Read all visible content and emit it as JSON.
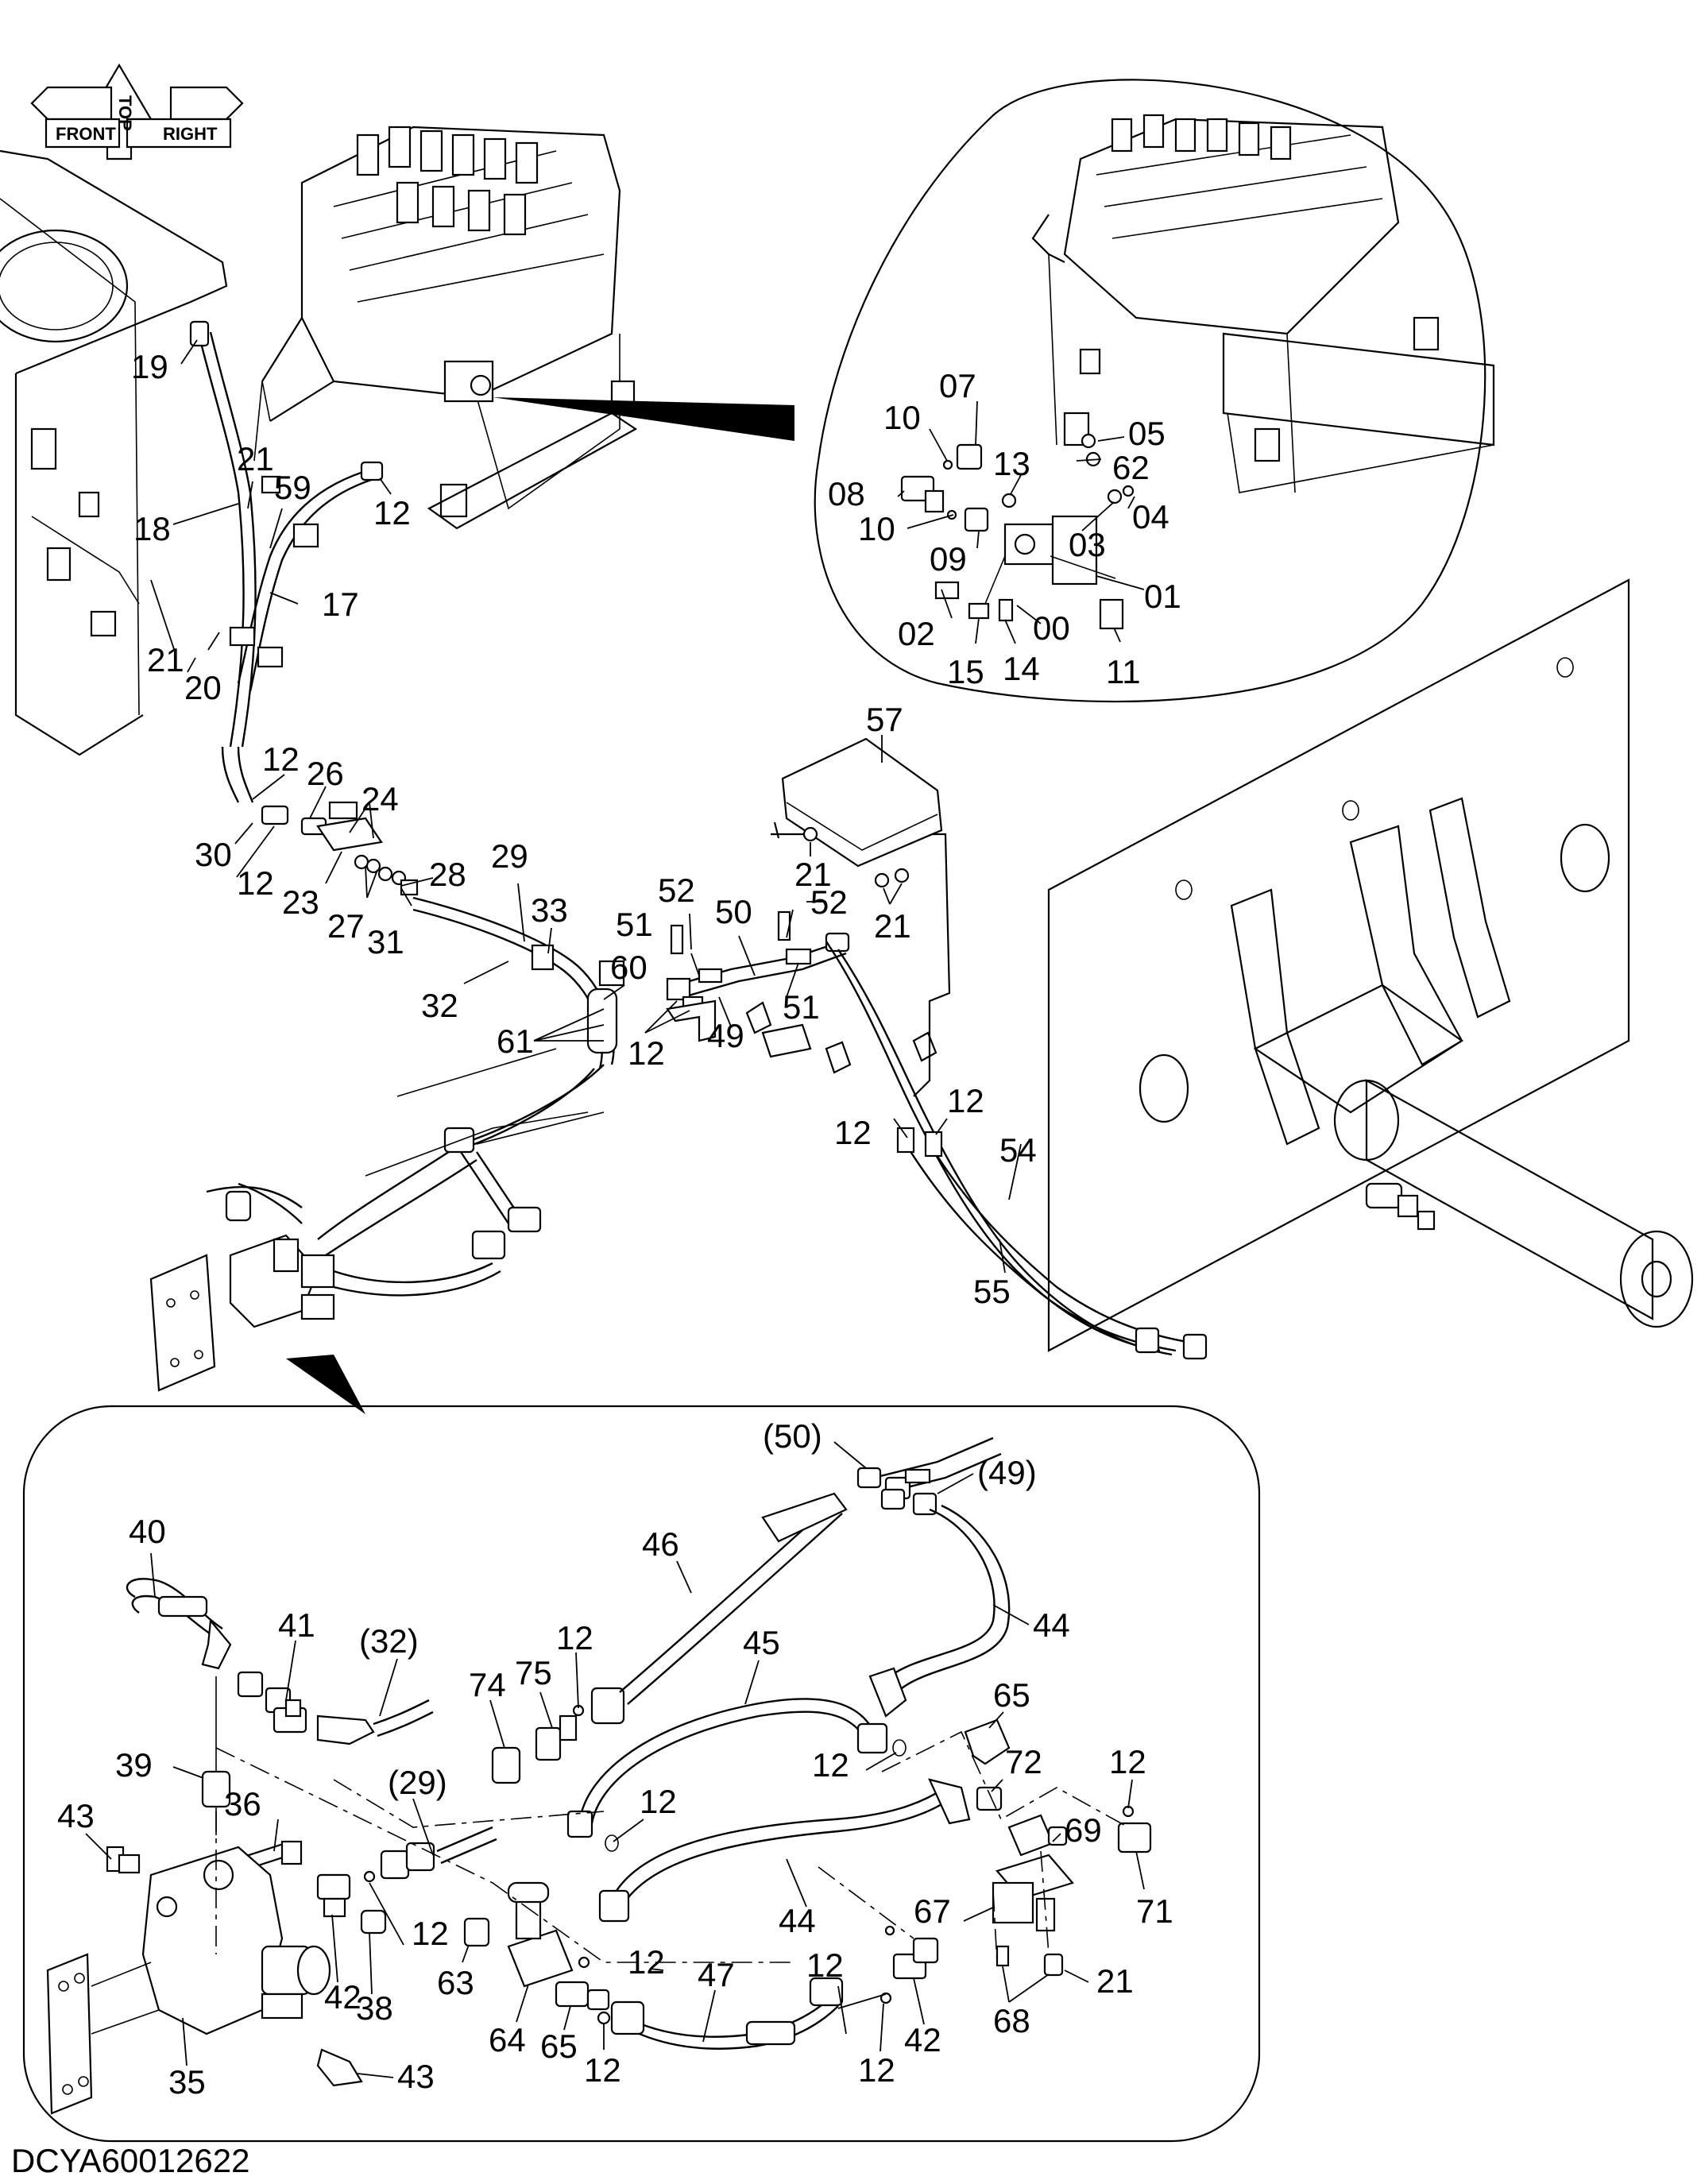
{
  "drawing_code": "DCYA60012622",
  "orientation_arrows": {
    "top": "TOP",
    "front": "FRONT",
    "right": "RIGHT"
  },
  "callouts": [
    {
      "id": "c19",
      "text": "19"
    },
    {
      "id": "c21a",
      "text": "21"
    },
    {
      "id": "c59",
      "text": "59"
    },
    {
      "id": "c12a",
      "text": "12"
    },
    {
      "id": "c18",
      "text": "18"
    },
    {
      "id": "c17",
      "text": "17"
    },
    {
      "id": "c21b",
      "text": "21"
    },
    {
      "id": "c20",
      "text": "20"
    },
    {
      "id": "c12b",
      "text": "12"
    },
    {
      "id": "c26",
      "text": "26"
    },
    {
      "id": "c24",
      "text": "24"
    },
    {
      "id": "c30",
      "text": "30"
    },
    {
      "id": "c12c",
      "text": "12"
    },
    {
      "id": "c23",
      "text": "23"
    },
    {
      "id": "c27",
      "text": "27"
    },
    {
      "id": "c31",
      "text": "31"
    },
    {
      "id": "c28",
      "text": "28"
    },
    {
      "id": "c29",
      "text": "29"
    },
    {
      "id": "c33",
      "text": "33"
    },
    {
      "id": "c32",
      "text": "32"
    },
    {
      "id": "c60",
      "text": "60"
    },
    {
      "id": "c61",
      "text": "61"
    },
    {
      "id": "c12d",
      "text": "12"
    },
    {
      "id": "c52a",
      "text": "52"
    },
    {
      "id": "c50",
      "text": "50"
    },
    {
      "id": "c52b",
      "text": "52"
    },
    {
      "id": "c51a",
      "text": "51"
    },
    {
      "id": "c49",
      "text": "49"
    },
    {
      "id": "c51b",
      "text": "51"
    },
    {
      "id": "c57",
      "text": "57"
    },
    {
      "id": "c21c",
      "text": "21"
    },
    {
      "id": "c21d",
      "text": "21"
    },
    {
      "id": "c12e",
      "text": "12"
    },
    {
      "id": "c12f",
      "text": "12"
    },
    {
      "id": "c54",
      "text": "54"
    },
    {
      "id": "c55",
      "text": "55"
    },
    {
      "id": "c07",
      "text": "07"
    },
    {
      "id": "c10a",
      "text": "10"
    },
    {
      "id": "c05",
      "text": "05"
    },
    {
      "id": "c13",
      "text": "13"
    },
    {
      "id": "c62",
      "text": "62"
    },
    {
      "id": "c08",
      "text": "08"
    },
    {
      "id": "c04",
      "text": "04"
    },
    {
      "id": "c10b",
      "text": "10"
    },
    {
      "id": "c03",
      "text": "03"
    },
    {
      "id": "c09",
      "text": "09"
    },
    {
      "id": "c01",
      "text": "01"
    },
    {
      "id": "c02",
      "text": "02"
    },
    {
      "id": "c00",
      "text": "00"
    },
    {
      "id": "c11",
      "text": "11"
    },
    {
      "id": "c15",
      "text": "15"
    },
    {
      "id": "c14",
      "text": "14"
    },
    {
      "id": "c50p",
      "text": "(50)"
    },
    {
      "id": "c49p",
      "text": "(49)"
    },
    {
      "id": "c40",
      "text": "40"
    },
    {
      "id": "c46",
      "text": "46"
    },
    {
      "id": "c41",
      "text": "41"
    },
    {
      "id": "c32p",
      "text": "(32)"
    },
    {
      "id": "c45",
      "text": "45"
    },
    {
      "id": "c44a",
      "text": "44"
    },
    {
      "id": "c74",
      "text": "74"
    },
    {
      "id": "c75",
      "text": "75"
    },
    {
      "id": "c12g",
      "text": "12"
    },
    {
      "id": "c65a",
      "text": "65"
    },
    {
      "id": "c39",
      "text": "39"
    },
    {
      "id": "c29p",
      "text": "(29)"
    },
    {
      "id": "c12h",
      "text": "12"
    },
    {
      "id": "c72",
      "text": "72"
    },
    {
      "id": "c12i",
      "text": "12"
    },
    {
      "id": "c12j",
      "text": "12"
    },
    {
      "id": "c43a",
      "text": "43"
    },
    {
      "id": "c36",
      "text": "36"
    },
    {
      "id": "c69",
      "text": "69"
    },
    {
      "id": "c71",
      "text": "71"
    },
    {
      "id": "c67",
      "text": "67"
    },
    {
      "id": "c44b",
      "text": "44"
    },
    {
      "id": "c12k",
      "text": "12"
    },
    {
      "id": "c12l",
      "text": "12"
    },
    {
      "id": "c63",
      "text": "63"
    },
    {
      "id": "c47",
      "text": "47"
    },
    {
      "id": "c12m",
      "text": "12"
    },
    {
      "id": "c42a",
      "text": "42"
    },
    {
      "id": "c38",
      "text": "38"
    },
    {
      "id": "c68",
      "text": "68"
    },
    {
      "id": "c21e",
      "text": "21"
    },
    {
      "id": "c64",
      "text": "64"
    },
    {
      "id": "c65b",
      "text": "65"
    },
    {
      "id": "c42b",
      "text": "42"
    },
    {
      "id": "c35",
      "text": "35"
    },
    {
      "id": "c43b",
      "text": "43"
    },
    {
      "id": "c12n",
      "text": "12"
    },
    {
      "id": "c12o",
      "text": "12"
    }
  ]
}
